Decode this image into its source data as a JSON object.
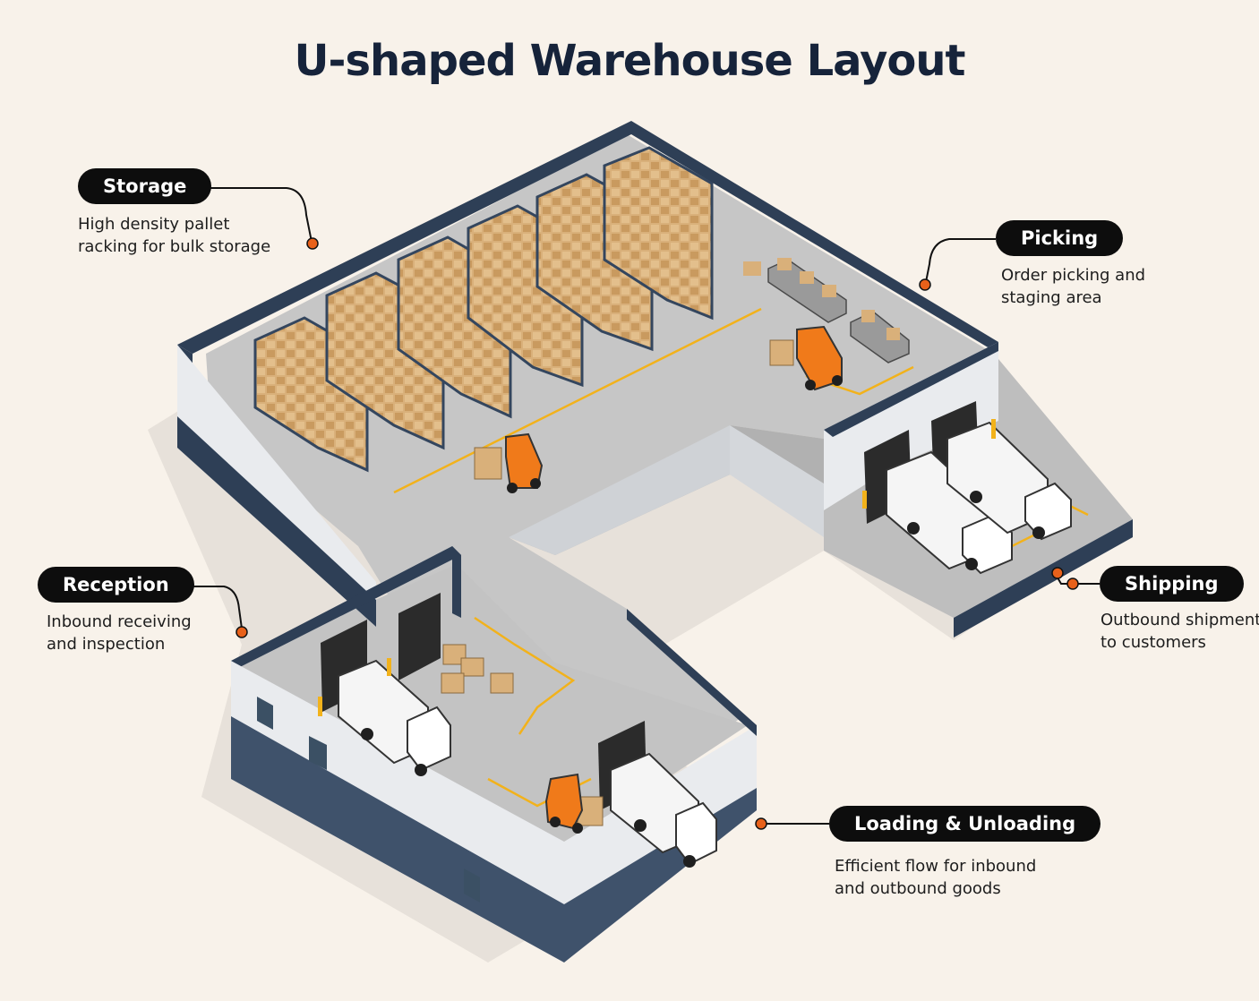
{
  "title": "U-shaped Warehouse Layout",
  "colors": {
    "background": "#f8f2ea",
    "floor": "#bdbdbd",
    "wall": "#e9ebee",
    "wall_trim": "#2e3f56",
    "accent_line": "#f2b21b",
    "forklift": "#f07a1a",
    "callout_dot": "#e8611a",
    "pill": "#0d0d0d"
  },
  "zones": {
    "storage": {
      "label": "Storage",
      "desc_line1": "High density pallet",
      "desc_line2": "racking for bulk storage",
      "icon": "pallet-rack-icon"
    },
    "picking": {
      "label": "Picking",
      "desc_line1": "Order picking and",
      "desc_line2": "staging area",
      "icon": "picking-table-icon"
    },
    "reception": {
      "label": "Reception",
      "desc_line1": "Inbound receiving",
      "desc_line2": "and inspection",
      "icon": "dock-door-icon"
    },
    "shipping": {
      "label": "Shipping",
      "desc_line1": "Outbound shipments",
      "desc_line2": "to customers",
      "icon": "truck-icon"
    },
    "loading": {
      "label": "Loading & Unloading",
      "desc_line1": "Efficient flow for inbound",
      "desc_line2": "and outbound goods",
      "icon": "forklift-icon"
    }
  }
}
